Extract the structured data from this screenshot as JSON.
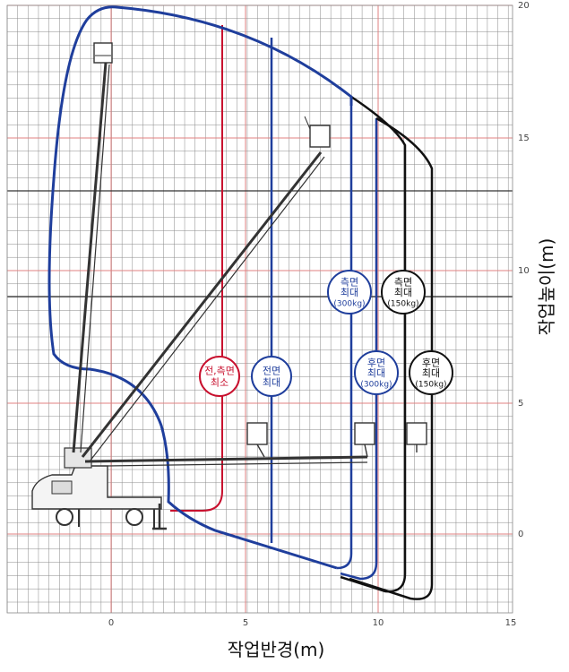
{
  "axes": {
    "x_title": "작업반경(m)",
    "y_title": "작업높이(m)",
    "x_ticks": [
      "0",
      "5",
      "10",
      "15"
    ],
    "y_ticks": [
      "20",
      "15",
      "10",
      "5",
      "0"
    ]
  },
  "labels": [
    {
      "id": "front-side-min",
      "lines": [
        "전,측면",
        "최소"
      ],
      "color": "#c8102e"
    },
    {
      "id": "front-max",
      "lines": [
        "전면",
        "최대"
      ],
      "color": "#1f3e9c"
    },
    {
      "id": "side-max-300",
      "lines": [
        "측면",
        "최대",
        "(300kg)"
      ],
      "color": "#1f3e9c"
    },
    {
      "id": "side-max-150",
      "lines": [
        "측면",
        "최대",
        "(150kg)"
      ],
      "color": "#111111"
    },
    {
      "id": "rear-max-300",
      "lines": [
        "후면",
        "최대",
        "(300kg)"
      ],
      "color": "#1f3e9c"
    },
    {
      "id": "rear-max-150",
      "lines": [
        "후면",
        "최대",
        "(150kg)"
      ],
      "color": "#111111"
    }
  ],
  "colors": {
    "grid": "#888888",
    "grid_major": "#333333",
    "red_grid": "#e08080",
    "envelope_blue": "#1f3e9c",
    "envelope_black": "#111111",
    "envelope_red": "#c8102e"
  }
}
